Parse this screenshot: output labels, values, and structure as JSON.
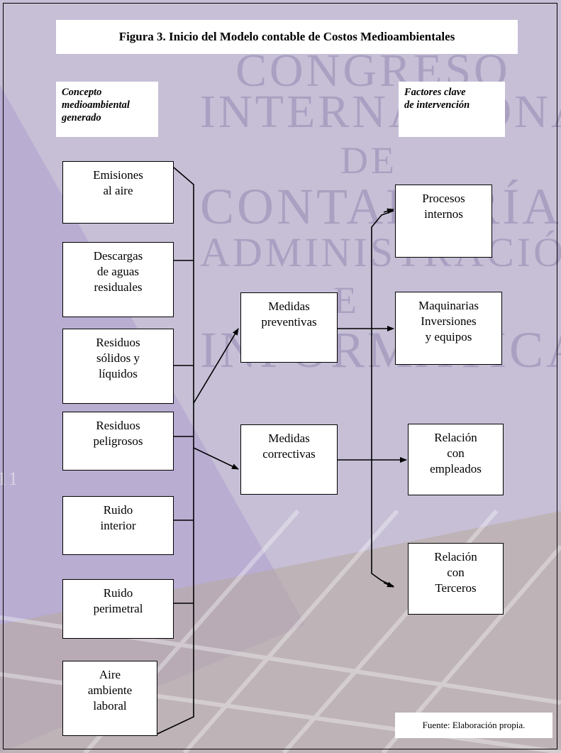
{
  "figure": {
    "title": "Figura 3. Inicio del Modelo contable de Costos Medioambientales",
    "source": "Fuente: Elaboración  propia."
  },
  "headers": {
    "left": "Concepto\nmedioambiental\ngenerado",
    "right": "Factores clave\nde intervención"
  },
  "concepts": [
    "Emisiones\nal aire",
    "Descargas\nde aguas\nresiduales",
    "Residuos\nsólidos y\nlíquidos",
    "Residuos\npeligrosos",
    "Ruido\ninterior",
    "Ruido\nperimetral",
    "Aire\nambiente\nlaboral"
  ],
  "measures": {
    "preventive": "Medidas\npreventivas",
    "corrective": "Medidas\ncorrectivas"
  },
  "factors": [
    "Procesos\ninternos",
    "Maquinarias\nInversiones\n y  equipos",
    "Relación\ncon\nempleados",
    "Relación\ncon\nTerceros"
  ],
  "watermark": {
    "lines": [
      "CONGRESO",
      "INTERNACIONAL",
      "DE",
      "CONTADURÍA",
      "ADMINISTRACIÓN",
      "E",
      "INFORMÁTICA"
    ],
    "year_fragment": "11"
  },
  "colors": {
    "background": "#c6bfd6",
    "watermark_text": "#8f83ad",
    "triangle": "#b3a6cf",
    "box_fill": "#ffffff",
    "stroke": "#000000"
  }
}
